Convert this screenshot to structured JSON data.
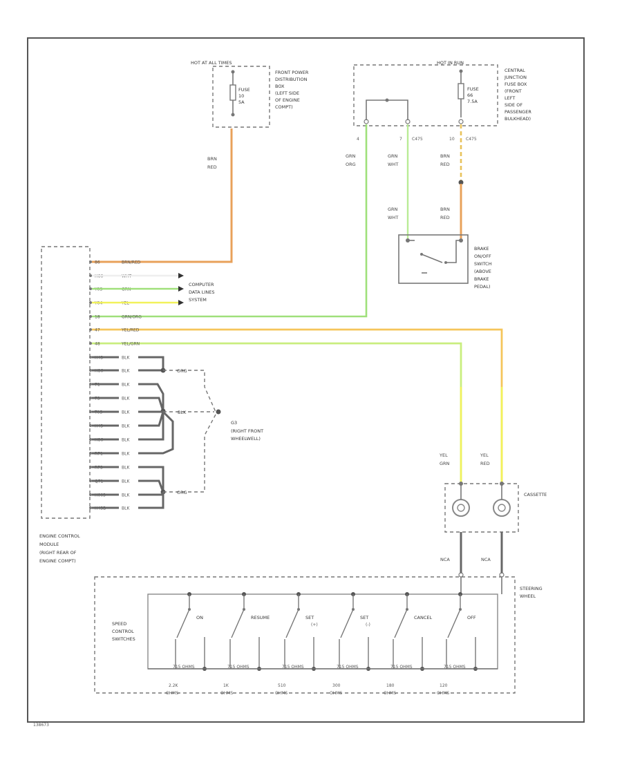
{
  "colors": {
    "brn_red": "#e8a15a",
    "grn": "#9fe07a",
    "grn_wht": "#b9ec95",
    "yel": "#f2f25a",
    "yel_red": "#f5c55a",
    "yel_grn": "#c9ee7e",
    "blk": "#666666"
  },
  "fuse_left": {
    "header": "HOT AT ALL TIMES",
    "fuse_label": "FUSE",
    "fuse_num": "10",
    "fuse_amp": "5A",
    "location": [
      "FRONT POWER",
      "DISTRIBUTION",
      "BOX",
      "(LEFT SIDE",
      "OF ENGINE",
      "COMPT)"
    ]
  },
  "fuse_right": {
    "header": "HOT IN RUN",
    "fuse_label": "FUSE",
    "fuse_num": "66",
    "fuse_amp": "7.5A",
    "location": [
      "CENTRAL",
      "JUNCTION",
      "FUSE BOX",
      "(FRONT",
      "LEFT",
      "SIDE OF",
      "PASSENGER",
      "BULKHEAD)"
    ],
    "pins": [
      "4",
      "7",
      "10"
    ],
    "connectors": [
      "C475",
      "C475"
    ]
  },
  "wire_labels": {
    "brn_red_top": [
      "BRN",
      "RED"
    ],
    "grn_org": [
      "GRN",
      "ORG"
    ],
    "grn_wht_top": [
      "GRN",
      "WHT"
    ],
    "brn_red_right": [
      "BRN",
      "RED"
    ],
    "grn_wht_bottom": [
      "GRN",
      "WHT"
    ],
    "brn_red_bottom": [
      "BRN",
      "RED"
    ],
    "yel_grn": [
      "YEL",
      "GRN"
    ],
    "yel_red": [
      "YEL",
      "RED"
    ],
    "nca_left": "NCA",
    "nca_right": "NCA",
    "blk": "BLK",
    "org": "ORG"
  },
  "brake_switch": [
    "BRAKE",
    "ON/OFF",
    "SWITCH",
    "(ABOVE",
    "BRAKE",
    "PEDAL)"
  ],
  "data_lines": [
    "COMPUTER",
    "DATA LINES",
    "SYSTEM"
  ],
  "ecm": {
    "label": [
      "ENGINE CONTROL",
      "MODULE",
      "(RIGHT REAR OF",
      "ENGINE COMPT)"
    ],
    "rows": [
      {
        "pin": "86",
        "wire": "BRN/RED"
      },
      {
        "pin": "H66",
        "wire": "WHT"
      },
      {
        "pin": "Y03",
        "wire": "GRN"
      },
      {
        "pin": "Y04",
        "wire": "YEL"
      },
      {
        "pin": "18",
        "wire": "GRN/ORG"
      },
      {
        "pin": "47",
        "wire": "YEL/RED"
      },
      {
        "pin": "48",
        "wire": "YEL/GRN"
      },
      {
        "pin": "H43",
        "wire": "BLK"
      },
      {
        "pin": "H86",
        "wire": "BLK"
      },
      {
        "pin": "71",
        "wire": "BLK"
      },
      {
        "pin": "73",
        "wire": "BLK"
      },
      {
        "pin": "T05",
        "wire": "BLK"
      },
      {
        "pin": "H43",
        "wire": "BLK"
      },
      {
        "pin": "H86",
        "wire": "BLK"
      },
      {
        "pin": "R71",
        "wire": "BLK"
      },
      {
        "pin": "R73",
        "wire": "BLK"
      },
      {
        "pin": "Q71",
        "wire": "BLK"
      },
      {
        "pin": "H003",
        "wire": "BLK"
      },
      {
        "pin": "H43B",
        "wire": "BLK"
      }
    ]
  },
  "ground": {
    "id": "G3",
    "location": [
      "(RIGHT FRONT",
      "WHEELWELL)"
    ]
  },
  "cassette": "CASSETTE",
  "steering_wheel": [
    "STEERING",
    "WHEEL"
  ],
  "speed_control": {
    "title": [
      "SPEED",
      "CONTROL",
      "SWITCHES"
    ],
    "switches": [
      {
        "label": "ON",
        "sub": ""
      },
      {
        "label": "RESUME",
        "sub": ""
      },
      {
        "label": "SET",
        "sub": "(+)"
      },
      {
        "label": "SET",
        "sub": "(-)"
      },
      {
        "label": "CANCEL",
        "sub": ""
      },
      {
        "label": "OFF",
        "sub": ""
      }
    ],
    "resistors": [
      "715 OHMS",
      "715 OHMS",
      "715 OHMS",
      "715 OHMS",
      "715 OHMS",
      "715 OHMS"
    ],
    "values": [
      {
        "val": "2.2K",
        "unit": "OHMS"
      },
      {
        "val": "1K",
        "unit": "OHMS"
      },
      {
        "val": "510",
        "unit": "OHMS"
      },
      {
        "val": "300",
        "unit": "OHMS"
      },
      {
        "val": "180",
        "unit": "OHMS"
      },
      {
        "val": "120",
        "unit": "OHMS"
      }
    ]
  },
  "footer_code": "138673"
}
